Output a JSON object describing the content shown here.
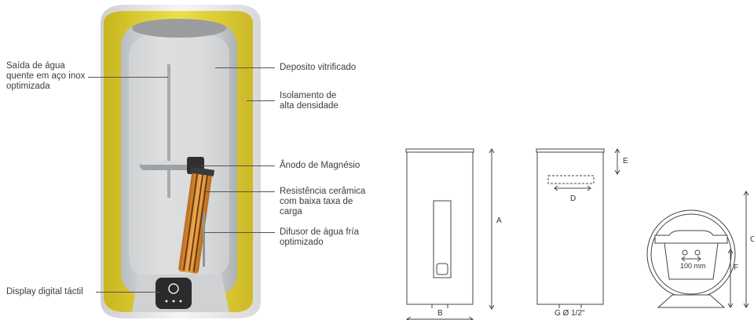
{
  "callouts": {
    "hot_outlet": "Saída de água\nquente em aço inox\noptimizada",
    "display": "Display digital táctil",
    "tank": "Deposito vitrificado",
    "insulation": "Isolamento de\nalta densidade",
    "anode": "Ânodo de Magnésio",
    "element": "Resistência cerâmica\ncom baixa taxa de\ncarga",
    "diffuser": "Difusor de água fría\noptimizado"
  },
  "dimensions": {
    "a": "A",
    "b": "B",
    "c": "C",
    "d": "D",
    "e": "E",
    "f": "F",
    "g": "G Ø 1/2\"",
    "spacing": "100 mm"
  },
  "colors": {
    "insulation": "#e6d334",
    "tank_interior": "#d6d8da",
    "shell": "#f1f1f1",
    "element": "#e0952f",
    "line": "#444444"
  }
}
